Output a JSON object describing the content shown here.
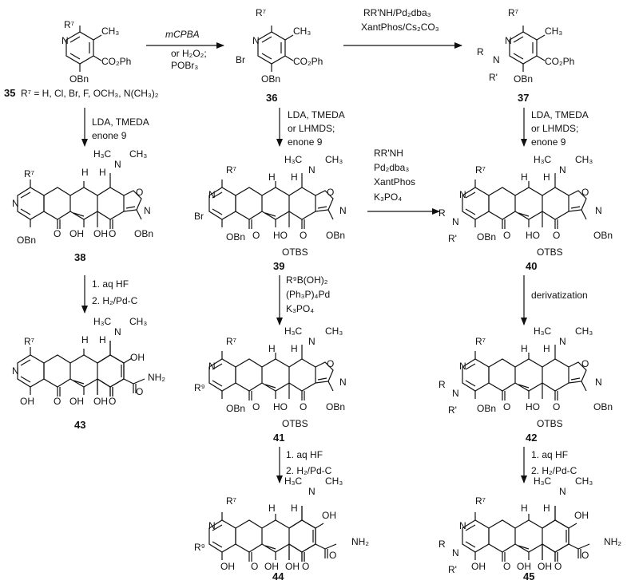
{
  "compounds": {
    "c35": {
      "number": "35",
      "substituent": "R⁷ = H, Cl, Br, F, OCH₃, N(CH₃)₂"
    },
    "c36": {
      "number": "36"
    },
    "c37": {
      "number": "37"
    },
    "c38": {
      "number": "38"
    },
    "c39": {
      "number": "39"
    },
    "c40": {
      "number": "40"
    },
    "c41": {
      "number": "41"
    },
    "c42": {
      "number": "42"
    },
    "c43": {
      "number": "43"
    },
    "c44": {
      "number": "44"
    },
    "c45": {
      "number": "45"
    }
  },
  "atoms": {
    "R7": "R⁷",
    "R9": "R⁹",
    "R": "R",
    "Rp": "R'",
    "N": "N",
    "O": "O",
    "Br": "Br",
    "CH3": "CH₃",
    "CO2Ph": "CO₂Ph",
    "OBn": "OBn",
    "H3C": "H₃C",
    "H": "H",
    "OH": "OH",
    "HO": "HO",
    "OTBS": "OTBS",
    "NH2": "NH₂"
  },
  "steps": {
    "s35_36": [
      "mCPBA",
      "or H₂O₂;",
      "POBr₃"
    ],
    "s36_37": [
      "RR'NH/Pd₂dba₃",
      "XantPhos/Cs₂CO₃"
    ],
    "s35_38": [
      "LDA, TMEDA",
      "enone 9"
    ],
    "s36_39": [
      "LDA, TMEDA",
      "or LHMDS;",
      "enone 9"
    ],
    "s37_40": [
      "LDA, TMEDA",
      "or LHMDS;",
      "enone 9"
    ],
    "s39_40": [
      "RR'NH",
      "Pd₂dba₃",
      "XantPhos",
      "K₃PO₄"
    ],
    "s38_43": [
      "1. aq HF",
      "2. H₂/Pd-C"
    ],
    "s39_41": [
      "R⁹B(OH)₂",
      "(Ph₃P)₄Pd",
      "K₃PO₄"
    ],
    "s40_42": [
      "derivatization"
    ],
    "s41_44": [
      "1. aq HF",
      "2. H₂/Pd-C"
    ],
    "s42_45": [
      "1. aq HF",
      "2. H₂/Pd-C"
    ]
  }
}
